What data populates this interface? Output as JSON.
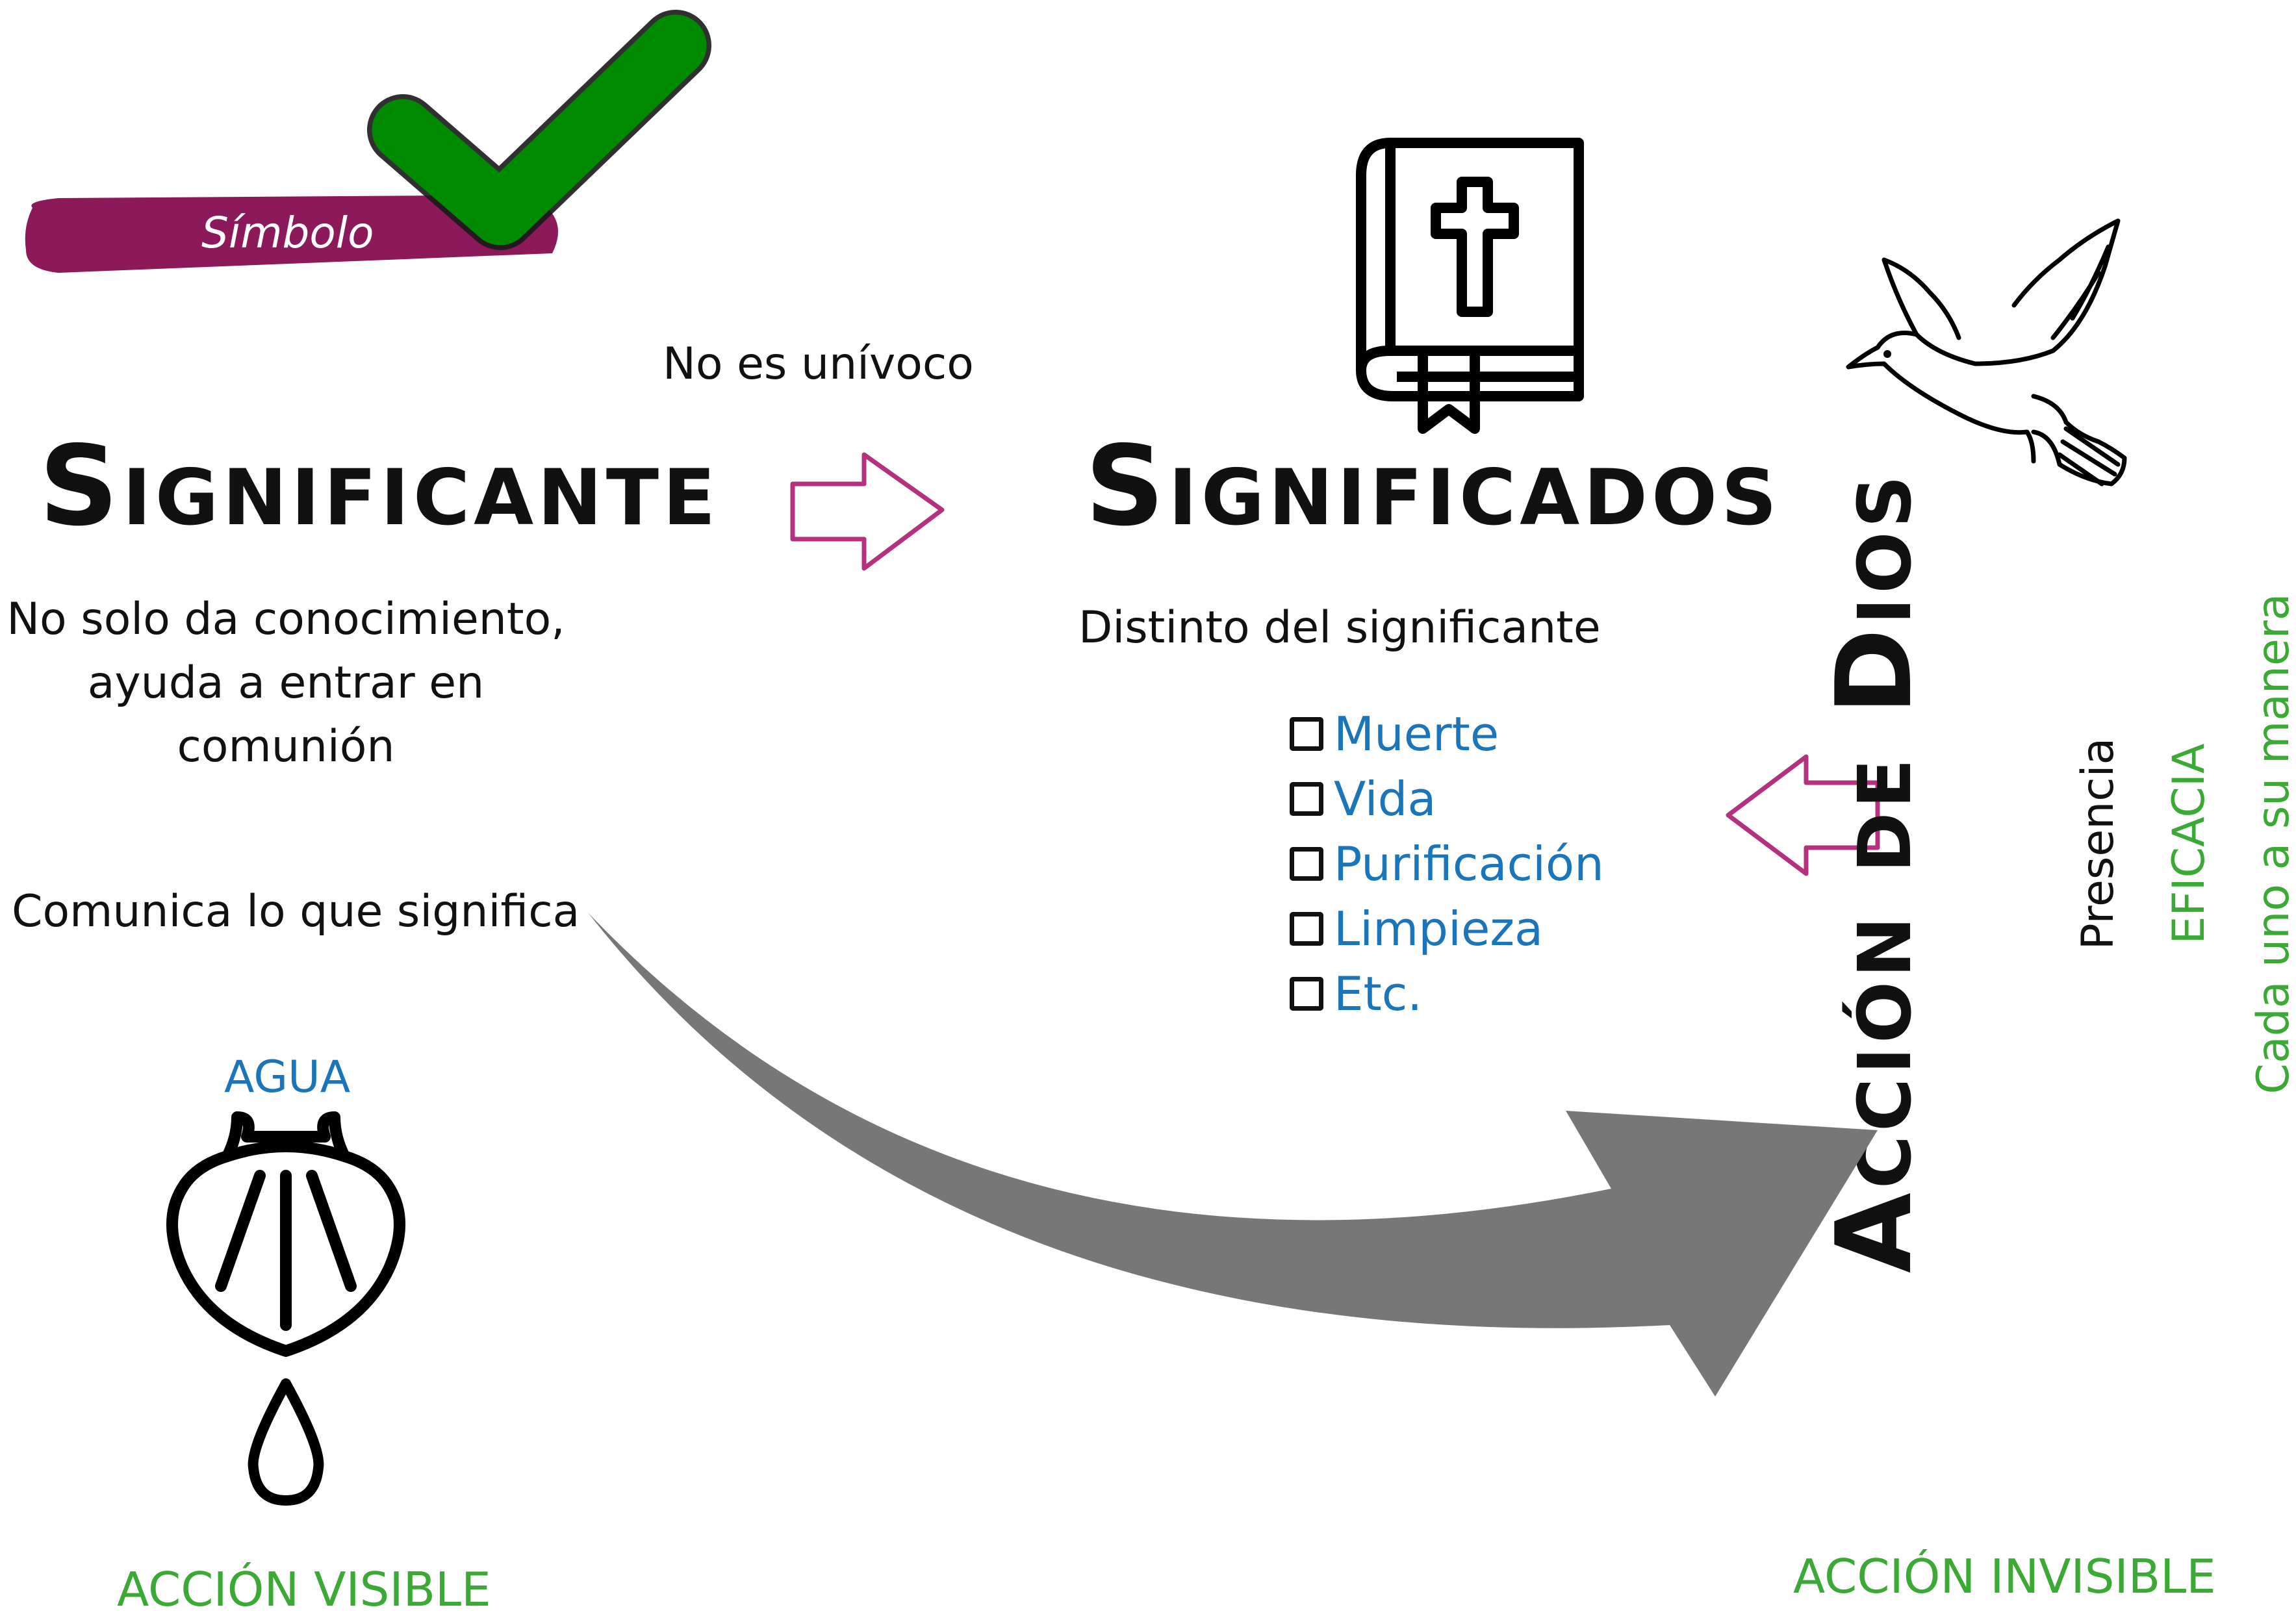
{
  "simbolo": {
    "label": "Símbolo",
    "colors": {
      "ribbon": "#8c1a5a",
      "check": "#008a00"
    }
  },
  "significante": {
    "title": "Significante",
    "desc_lines": [
      "No solo da conocimiento,",
      "ayuda a entrar en",
      "comunión"
    ],
    "comunica": "Comunica lo que significa",
    "agua": "AGUA",
    "accion_visible": "ACCIÓN VISIBLE"
  },
  "no_univoco": "No es unívoco",
  "significados": {
    "title": "Significados",
    "subtitle": "Distinto del significante",
    "items": [
      "Muerte",
      "Vida",
      "Purificación",
      "Limpieza",
      "Etc."
    ]
  },
  "accion_dios": {
    "title": "Acción de Dios",
    "presencia": "Presencia",
    "eficacia": "EFICACIA",
    "cada_uno": "Cada uno a su manera",
    "accion_invisible": "ACCIÓN INVISIBLE"
  },
  "icons": [
    "check-icon",
    "bible-icon",
    "dove-icon",
    "shell-icon",
    "water-drop-icon",
    "arrow-right-icon",
    "arrow-left-icon",
    "curved-arrow-icon"
  ],
  "colors": {
    "accent_magenta": "#b5307f",
    "blue": "#1b75bb",
    "green": "#3aaa35",
    "gray_arrow": "#777777"
  }
}
